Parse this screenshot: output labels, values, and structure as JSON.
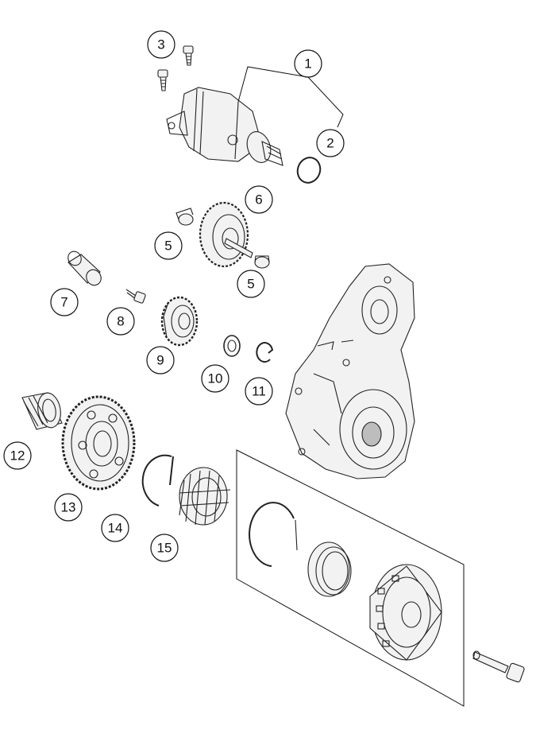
{
  "diagram": {
    "type": "exploded-parts-diagram",
    "callouts": [
      {
        "id": "c1",
        "label": "1"
      },
      {
        "id": "c2",
        "label": "2"
      },
      {
        "id": "c3",
        "label": "3"
      },
      {
        "id": "c5a",
        "label": "5"
      },
      {
        "id": "c5b",
        "label": "5"
      },
      {
        "id": "c6",
        "label": "6"
      },
      {
        "id": "c7",
        "label": "7"
      },
      {
        "id": "c8",
        "label": "8"
      },
      {
        "id": "c9",
        "label": "9"
      },
      {
        "id": "c10",
        "label": "10"
      },
      {
        "id": "c11",
        "label": "11"
      },
      {
        "id": "c12",
        "label": "12"
      },
      {
        "id": "c13",
        "label": "13"
      },
      {
        "id": "c14",
        "label": "14"
      },
      {
        "id": "c15",
        "label": "15"
      }
    ]
  }
}
